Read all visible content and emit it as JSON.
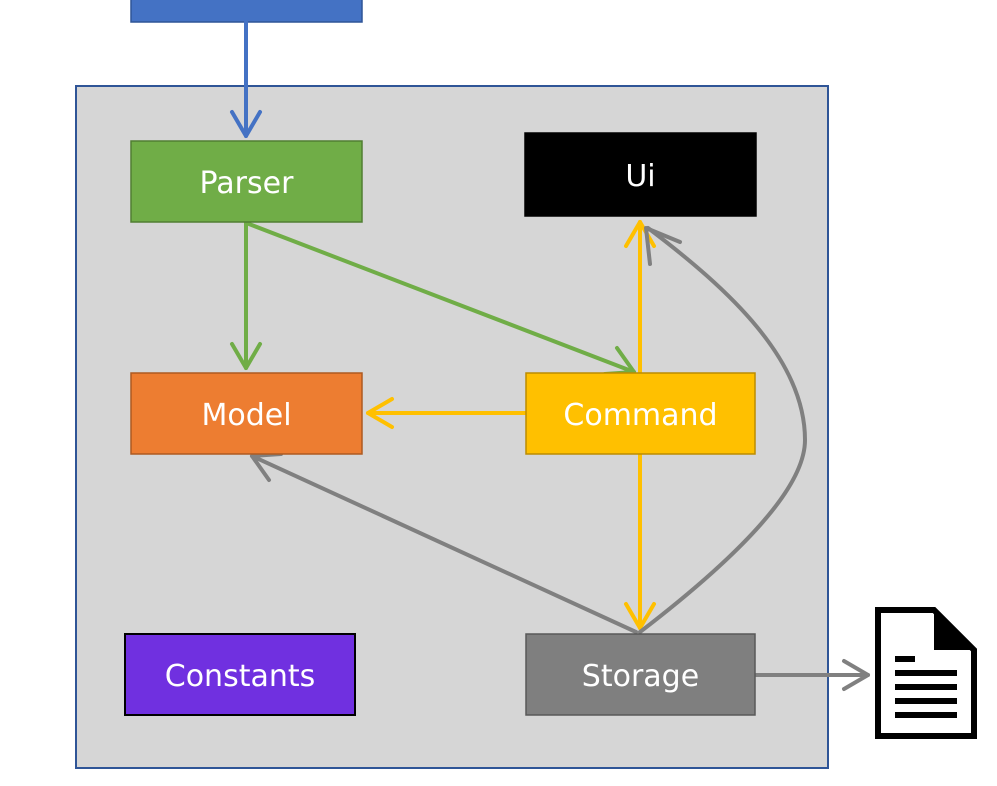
{
  "nodes": {
    "parser": {
      "label": "Parser",
      "fill": "#70AD47"
    },
    "ui": {
      "label": "Ui",
      "fill": "#000000"
    },
    "model": {
      "label": "Model",
      "fill": "#ED7D31"
    },
    "command": {
      "label": "Command",
      "fill": "#FFC000"
    },
    "constants": {
      "label": "Constants",
      "fill": "#7030E0"
    },
    "storage": {
      "label": "Storage",
      "fill": "#7F7F7F"
    },
    "entry": {
      "label": "",
      "fill": "#4472C4"
    }
  },
  "colors": {
    "container_fill": "#D6D6D6",
    "container_border": "#2F5597",
    "arrow_blue": "#4472C4",
    "arrow_green": "#70AD47",
    "arrow_yellow": "#FFC000",
    "arrow_gray": "#808080"
  },
  "icons": {
    "external_file": "document-icon"
  }
}
